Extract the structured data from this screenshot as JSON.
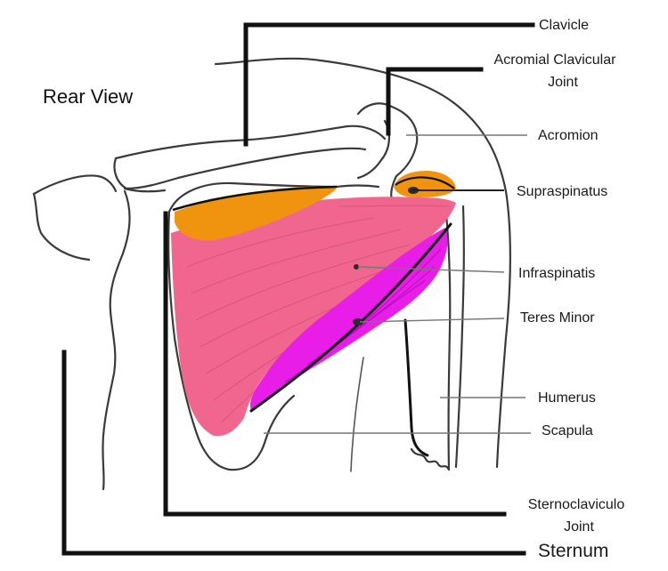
{
  "title": "Rear View",
  "labels": {
    "clavicle": "Clavicle",
    "ac_joint_line1": "Acromial Clavicular",
    "ac_joint_line2": "Joint",
    "acromion": "Acromion",
    "supraspinatus": "Supraspinatus",
    "infraspinatis": "Infraspinatis",
    "teres_minor": "Teres Minor",
    "humerus": "Humerus",
    "scapula": "Scapula",
    "sc_joint_line1": "Sternoclaviculo",
    "sc_joint_line2": "Joint",
    "sternum": "Sternum"
  },
  "colors": {
    "supraspinatus": "#f0930f",
    "infraspinatis": "#f0668f",
    "teres_minor": "#e81ee8",
    "outline": "#3a3a3a",
    "callout": "#111111"
  }
}
